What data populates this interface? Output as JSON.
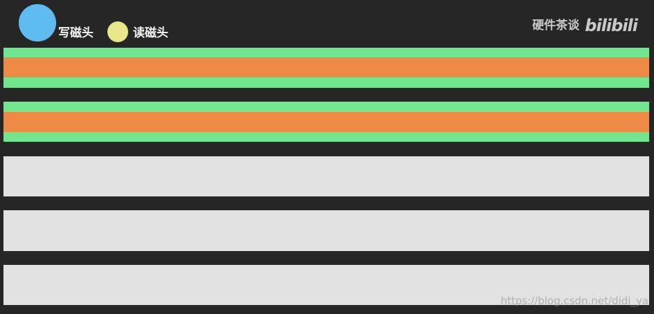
{
  "legend": {
    "write_head": {
      "label": "写磁头",
      "color": "#5ebcf0"
    },
    "read_head": {
      "label": "读磁头",
      "color": "#e8e68a"
    }
  },
  "watermark": {
    "channel": "硬件茶谈",
    "logo": "bilibili"
  },
  "colors": {
    "background": "#262626",
    "guard_band": "#72e58f",
    "data_track": "#ee8a45",
    "blank_track": "#e2e2e2"
  },
  "source_watermark": "https://blog.csdn.net/didi_ya"
}
